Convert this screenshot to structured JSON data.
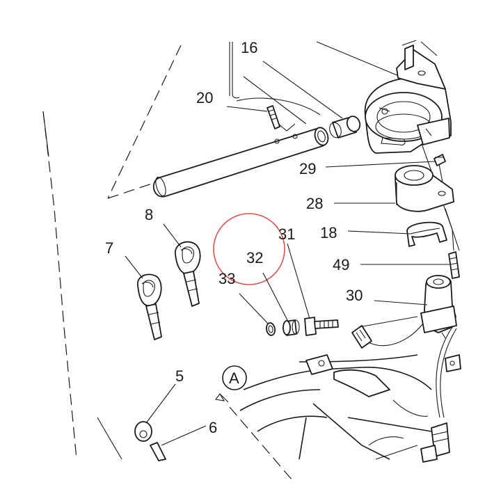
{
  "callouts": {
    "p16": "16",
    "p20": "20",
    "p29": "29",
    "p28": "28",
    "p8": "8",
    "p31": "31",
    "p18": "18",
    "p7": "7",
    "p32": "32",
    "p33": "33",
    "p49": "49",
    "p30": "30",
    "p5": "5",
    "p6": "6",
    "view_marker": "A"
  },
  "highlight": {
    "color": "#d9534f"
  },
  "colors": {
    "line": "#1a1a1a",
    "background": "#ffffff"
  }
}
